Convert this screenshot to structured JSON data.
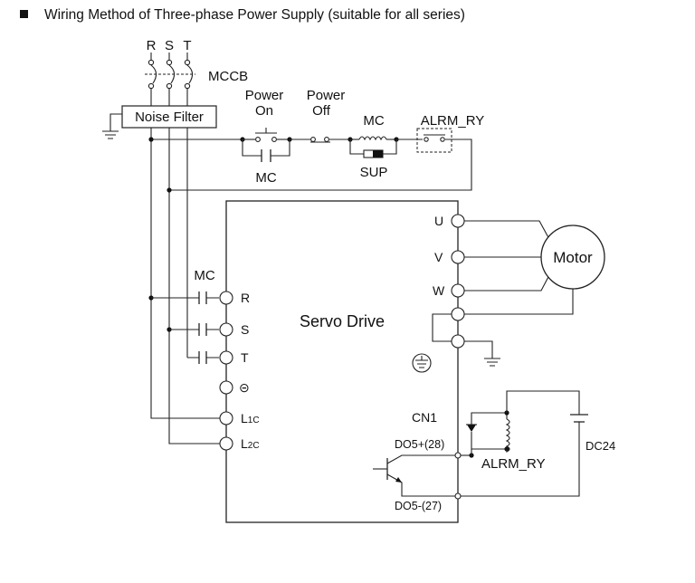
{
  "heading": "Wiring Method of Three-phase Power Supply (suitable for all series)",
  "phases": [
    "R",
    "S",
    "T"
  ],
  "labels": {
    "mccb": "MCCB",
    "noise_filter": "Noise Filter",
    "power_on": [
      "Power",
      "On"
    ],
    "power_off": [
      "Power",
      "Off"
    ],
    "mc_coil": "MC",
    "alrm_relay_top": "ALRM_RY",
    "sup": "SUP",
    "mc_aux": "MC",
    "mc_main": "MC",
    "servo_drive": "Servo Drive",
    "motor": "Motor",
    "cn1": "CN1",
    "do5_plus": "DO5+(28)",
    "do5_minus": "DO5-(27)",
    "alrm_relay_bottom": "ALRM_RY",
    "dc24": "DC24"
  },
  "input_terminals": [
    {
      "id": "R",
      "label": "R"
    },
    {
      "id": "S",
      "label": "S"
    },
    {
      "id": "T",
      "label": "T"
    },
    {
      "id": "neg",
      "label": "⊝"
    },
    {
      "id": "L1c",
      "label": "L",
      "sub": "1C"
    },
    {
      "id": "L2c",
      "label": "L",
      "sub": "2C"
    }
  ],
  "output_terminals": [
    "U",
    "V",
    "W"
  ]
}
